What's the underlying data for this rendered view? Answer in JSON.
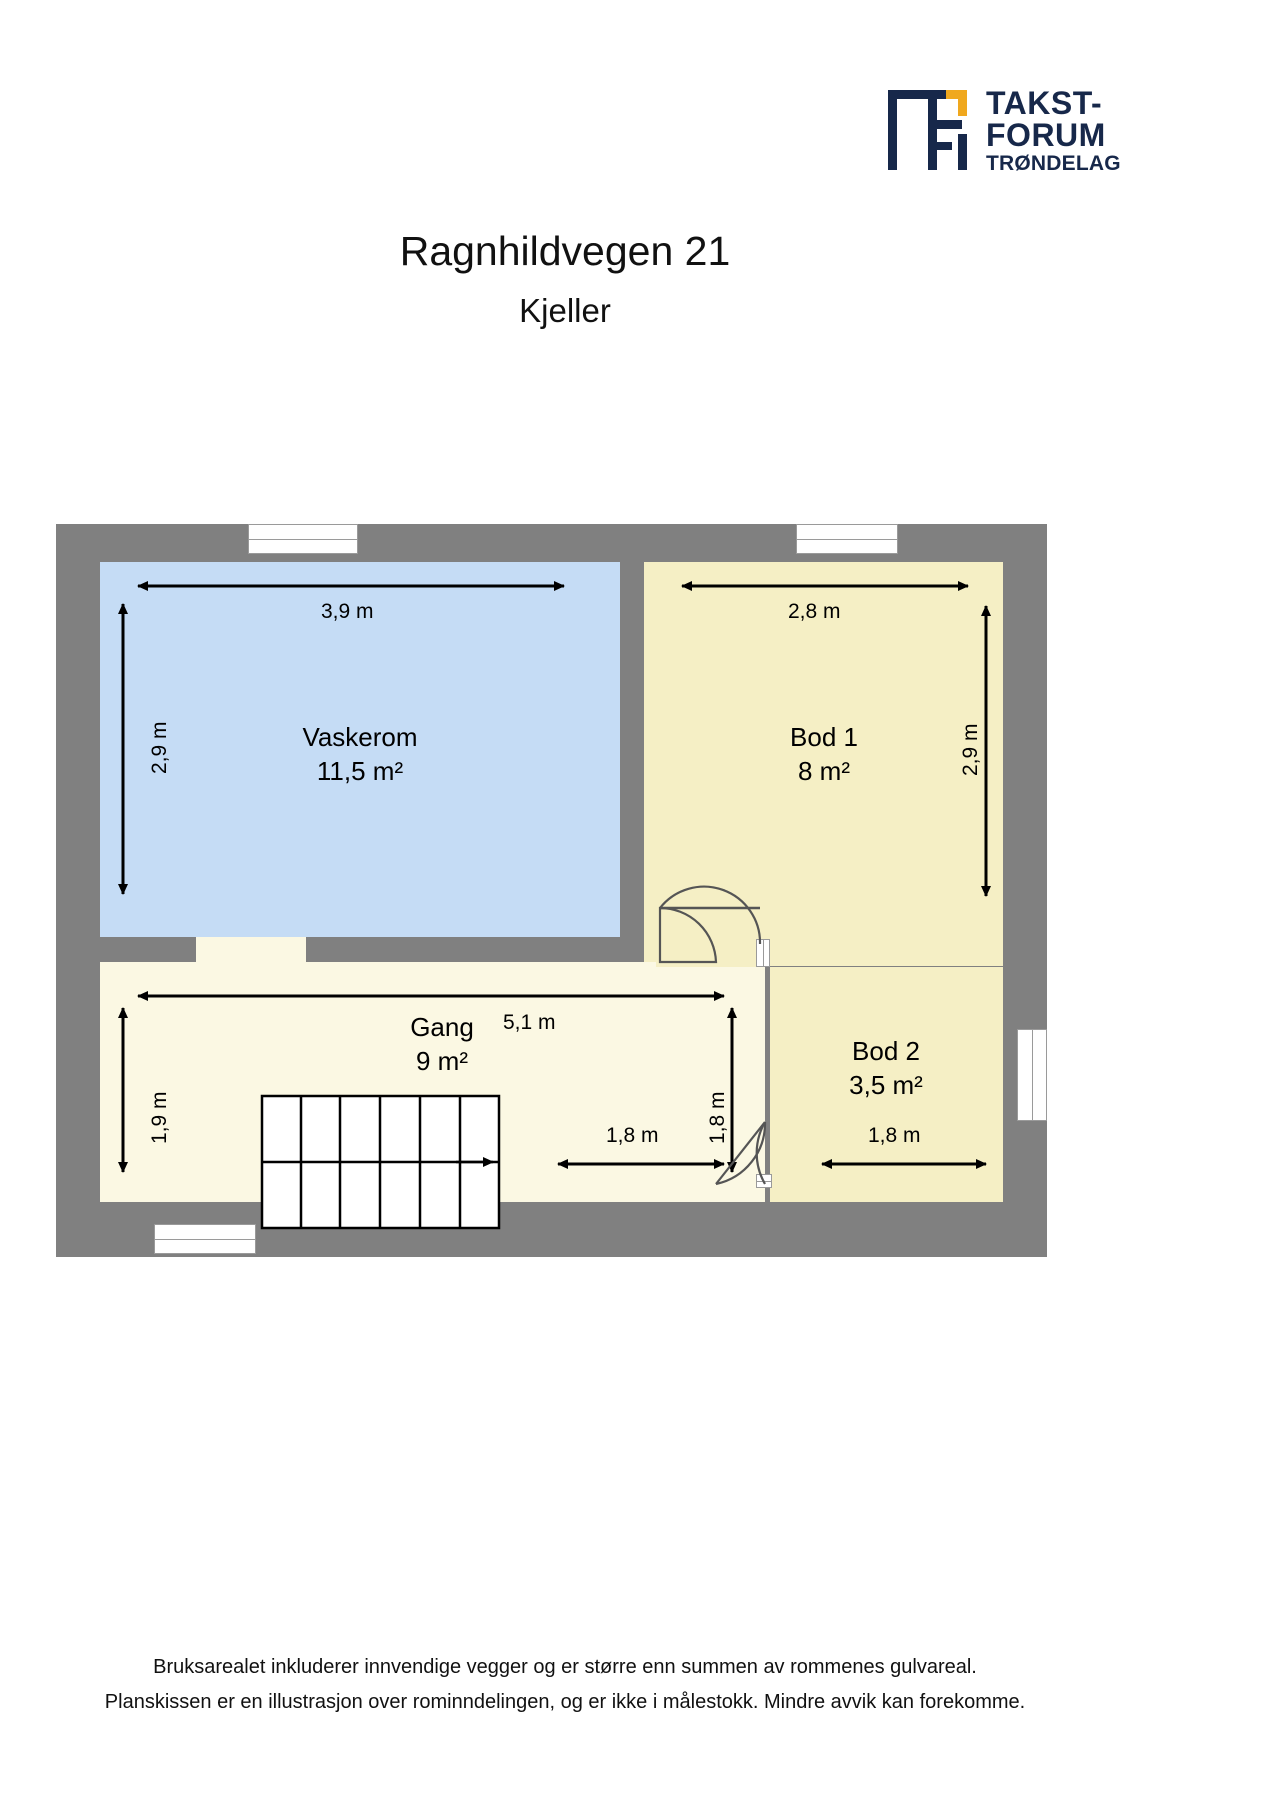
{
  "logo": {
    "name": "Takst-Forum Trøndelag",
    "line1": "TAKST-",
    "line2": "FORUM",
    "line3": "TRØNDELAG",
    "mark_color_dark": "#17284a",
    "mark_color_accent": "#f0a81e"
  },
  "header": {
    "title": "Ragnhildvegen 21",
    "subtitle": "Kjeller"
  },
  "plan": {
    "wall_color": "#808080",
    "rooms": [
      {
        "id": "vaskerom",
        "name": "Vaskerom",
        "area": "11,5 m²",
        "fill": "#c5dcf5",
        "width_label": "3,9 m",
        "height_label": "2,9 m"
      },
      {
        "id": "bod1",
        "name": "Bod 1",
        "area": "8 m²",
        "fill": "#f5efc5",
        "width_label": "2,8 m",
        "height_label": "2,9 m"
      },
      {
        "id": "gang",
        "name": "Gang",
        "area": "9 m²",
        "fill": "#fbf8e3",
        "width_label": "5,1 m",
        "height_label": "1,9 m"
      },
      {
        "id": "bod2",
        "name": "Bod 2",
        "area": "3,5 m²",
        "fill": "#f5efc5",
        "width_label": "1,8 m",
        "height_label": "1,8 m"
      }
    ],
    "extra_dimensions": {
      "gang_right_width": "1,8 m",
      "gang_right_height": "1,8 m"
    }
  },
  "footer": {
    "line1": "Bruksarealet inkluderer innvendige vegger og er større enn summen av rommenes gulvareal.",
    "line2": "Planskissen er en illustrasjon over rominndelingen, og er ikke i målestokk. Mindre avvik kan forekomme."
  }
}
